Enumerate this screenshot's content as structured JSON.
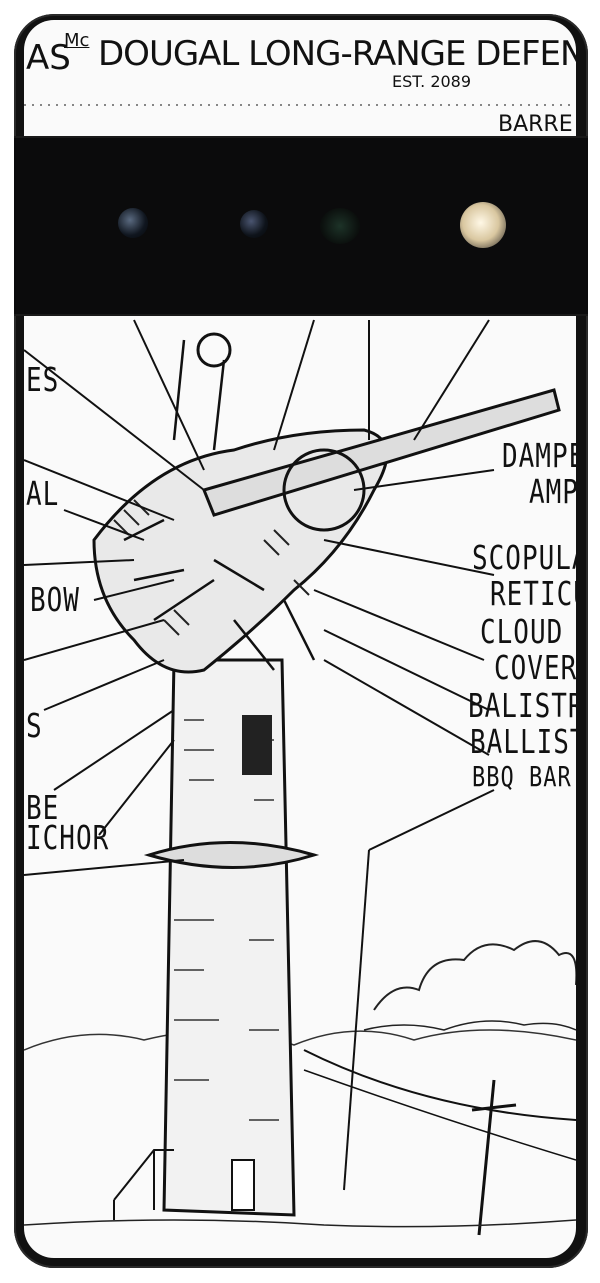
{
  "artwork": {
    "header_fragment": "AS",
    "header_superscript": "Mc",
    "header_title": "DOUGAL LONG-RANGE DEFENSIVE AGITA",
    "header_est": "EST. 2089",
    "header_right_fragment": "BARRE",
    "labels_right": [
      "DAMPE",
      "AMP",
      "SCOPULA",
      "RETICUL",
      "CLOUD",
      "COVER",
      "BALISTRA",
      "BALLISTA",
      "BBQ BAR"
    ],
    "labels_left": [
      "ES",
      "AL",
      "BOW",
      "S",
      "BE",
      "ICHOR"
    ]
  },
  "device": {
    "body_color": "#111111",
    "camera_bar_color": "#0b0b0c",
    "flash_color": "#e8d9b5"
  }
}
